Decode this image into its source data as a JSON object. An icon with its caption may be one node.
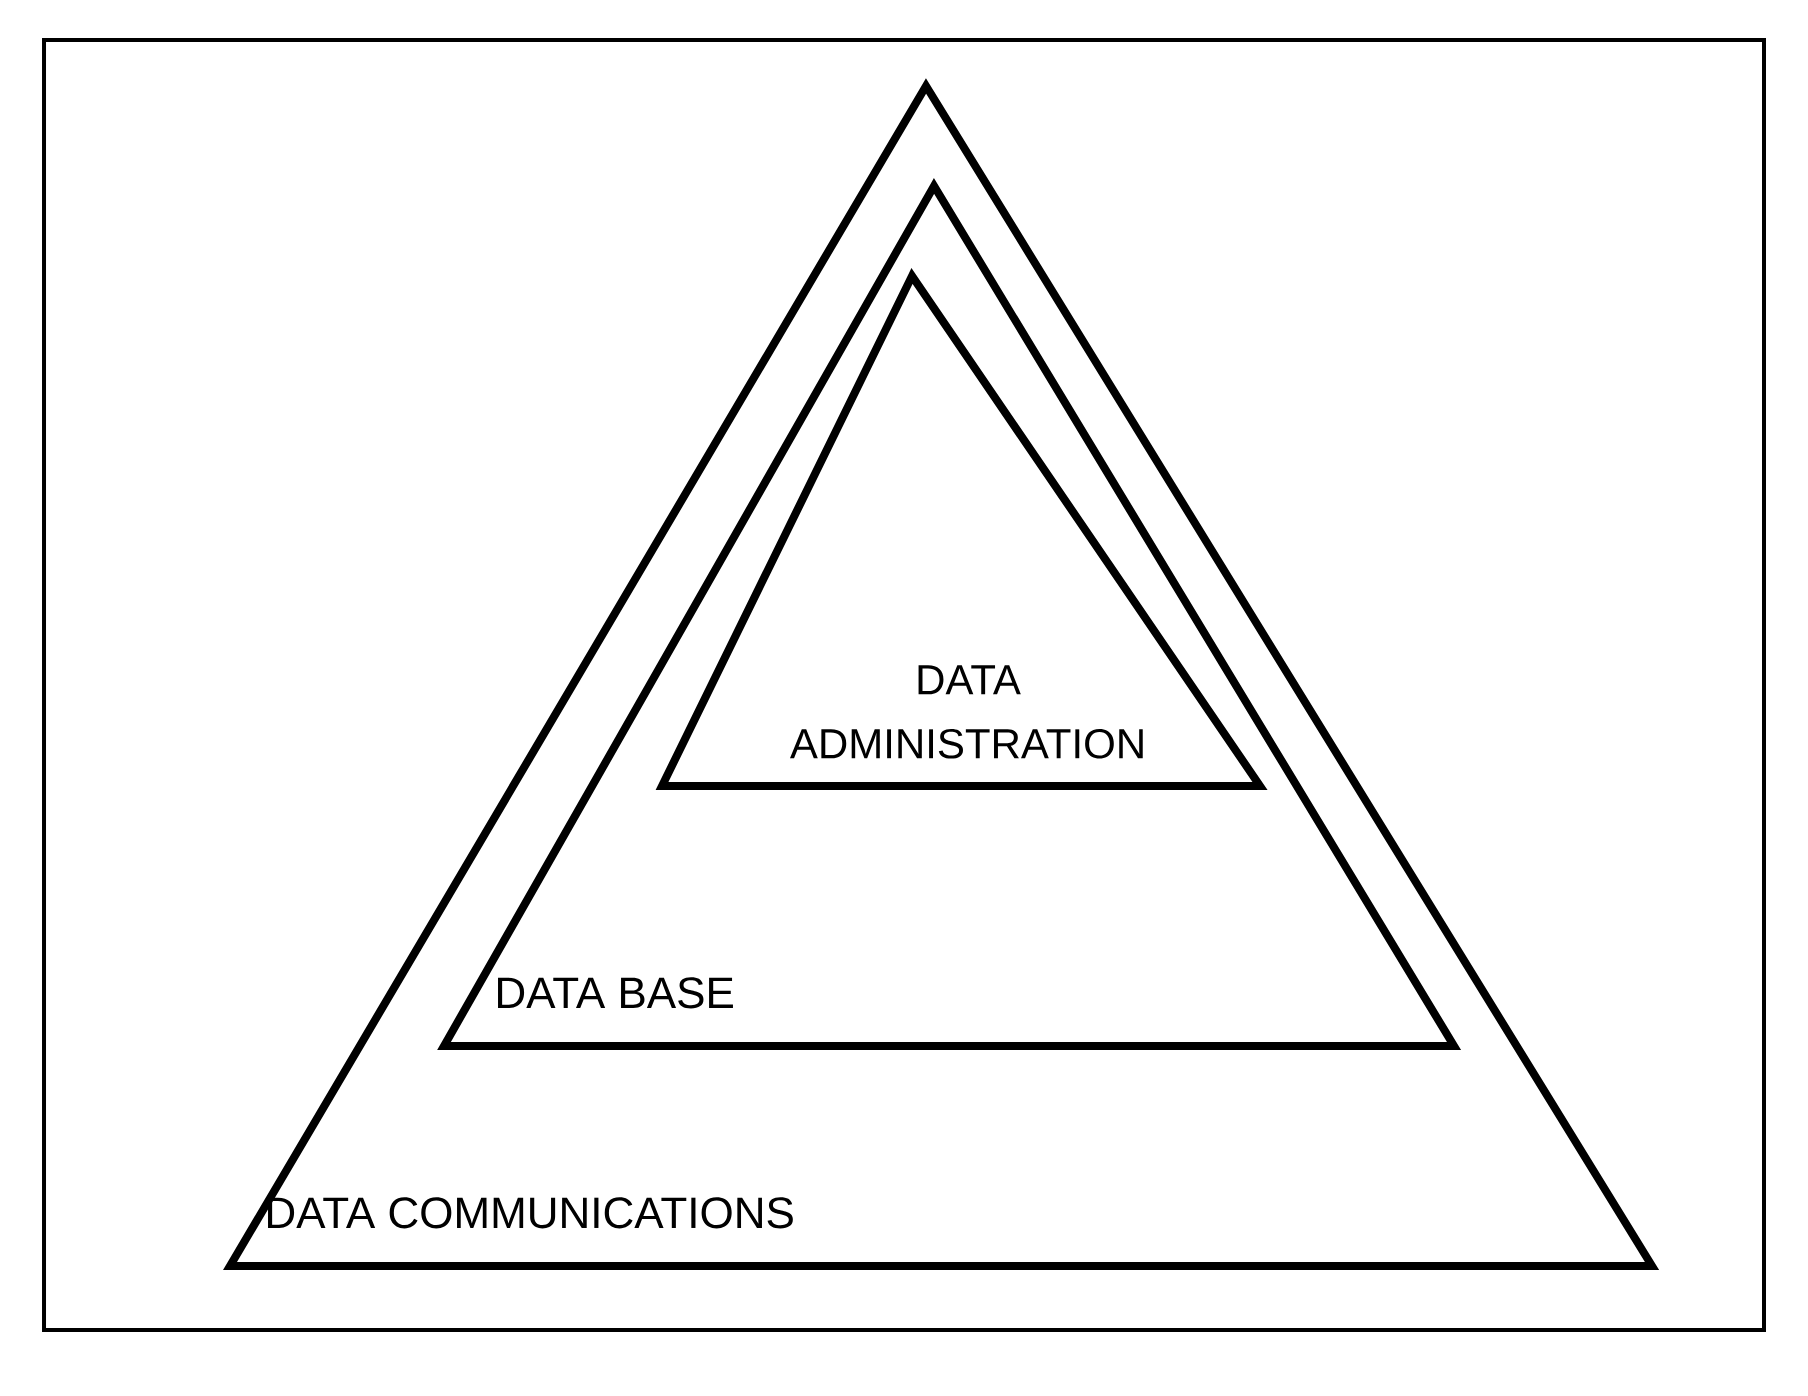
{
  "diagram": {
    "nodes": [
      {
        "text": [
          "DATA COMMUNICATIONS"
        ]
      },
      {
        "text": [
          "DATA BASE"
        ],
        "in": 0
      },
      {
        "text": [
          "DATA ADMINISTRATION"
        ],
        "in": 1
      }
    ]
  }
}
